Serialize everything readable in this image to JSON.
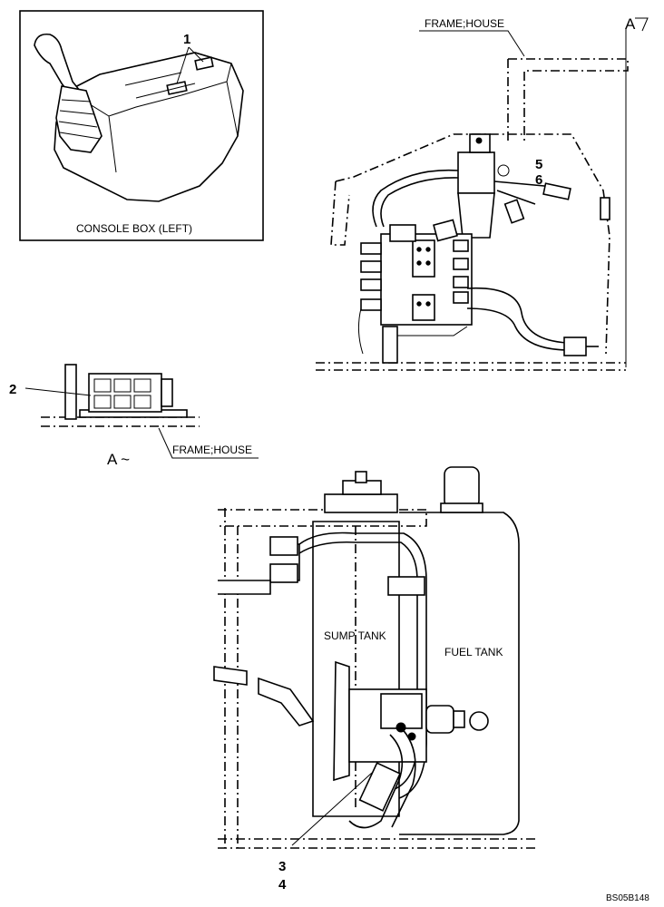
{
  "labels": {
    "console_box": "CONSOLE BOX (LEFT)",
    "frame_house_top": "FRAME;HOUSE",
    "frame_house_bottom": "FRAME;HOUSE",
    "view_a_top": "A",
    "view_a_bottom": "A ~",
    "sump_tank": "SUMP TANK",
    "fuel_tank": "FUEL TANK",
    "drawing_code": "BS05B148"
  },
  "callouts": [
    "1",
    "2",
    "3",
    "4",
    "5",
    "6"
  ]
}
